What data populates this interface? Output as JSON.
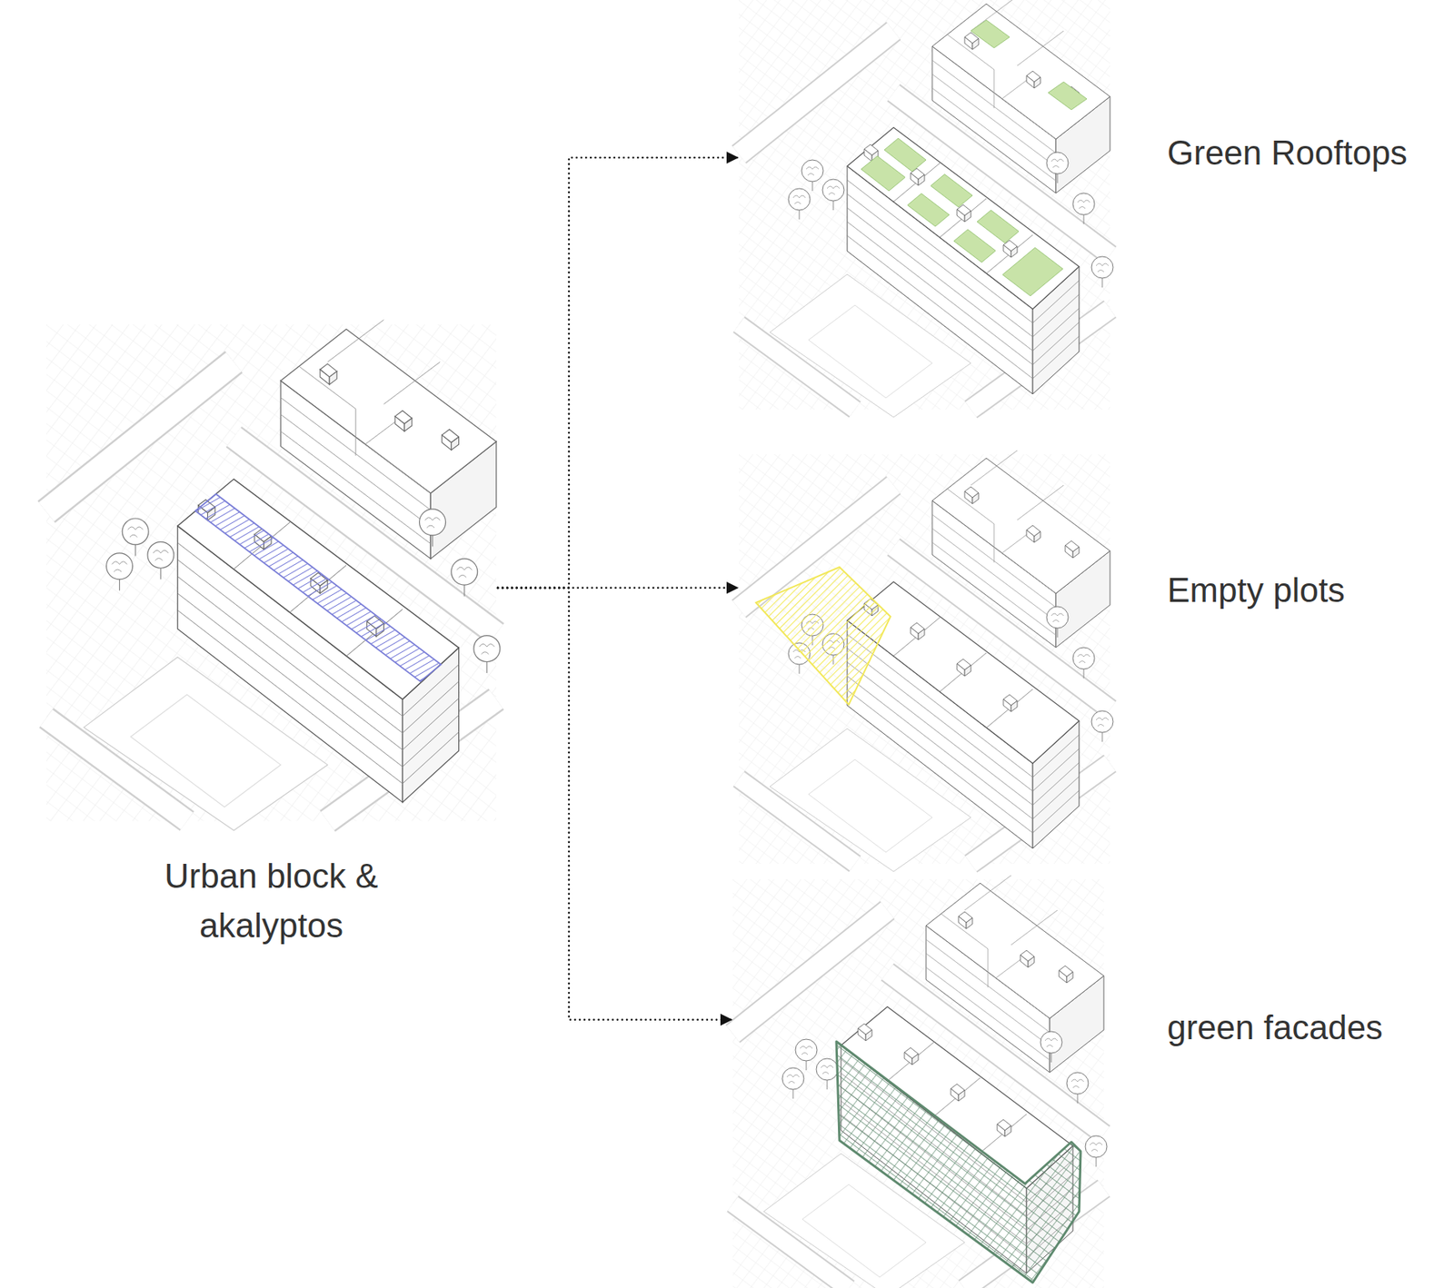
{
  "diagram": {
    "nodes": [
      {
        "text": [
          "Urban block & akalyptos"
        ]
      },
      {
        "text": [
          "Green Rooftops"
        ]
      },
      {
        "text": [
          "Empty plots"
        ]
      },
      {
        "text": [
          "green facades"
        ]
      }
    ],
    "edges": [
      {
        "from": 0,
        "to": 1,
        "arrow": "to"
      },
      {
        "from": 0,
        "to": 2,
        "arrow": "to"
      },
      {
        "from": 0,
        "to": 3,
        "arrow": "to"
      }
    ]
  }
}
